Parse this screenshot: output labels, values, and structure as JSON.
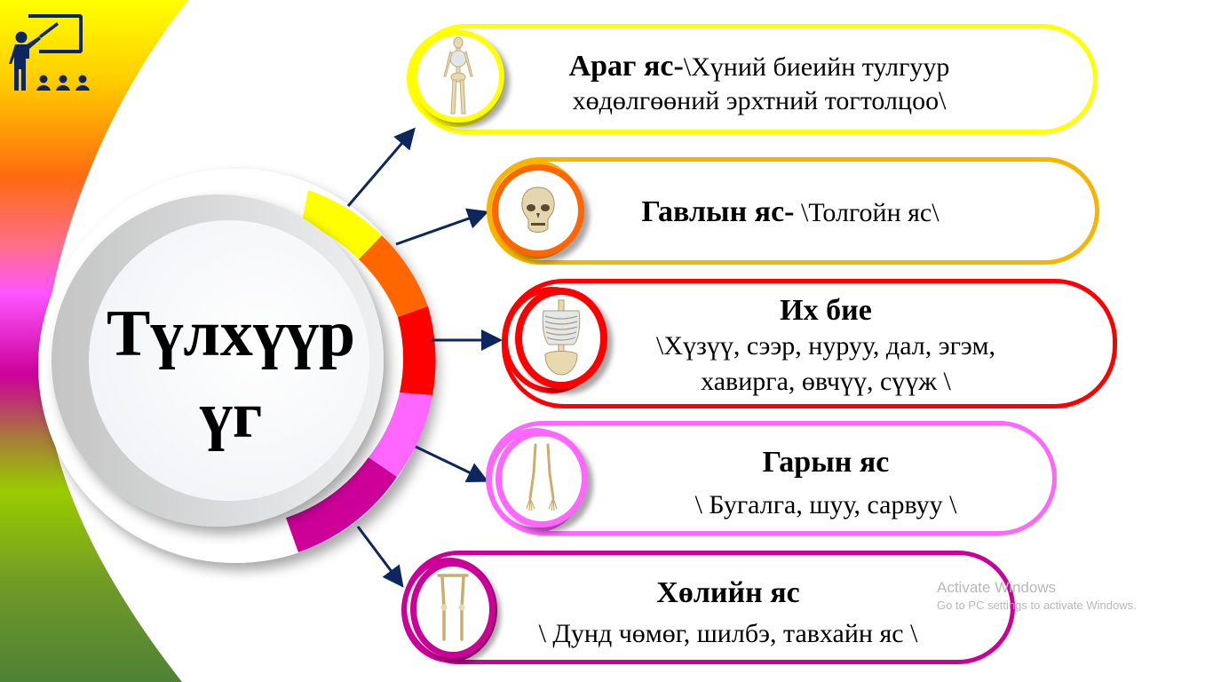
{
  "slide": {
    "center_title_line1": "Түлхүүр",
    "center_title_line2": "үг",
    "accent_colors": {
      "navy": "#0d2660",
      "yellow": "#ffff00",
      "amber": "#f7b500",
      "orange": "#ff6600",
      "red": "#ff0000",
      "pink": "#ff66ff",
      "magenta": "#cc0099",
      "green": "#99cc00",
      "dark_green": "#4f8136"
    },
    "ring_segments": [
      {
        "name": "yellow",
        "color": "#ffff00"
      },
      {
        "name": "orange",
        "color": "#ff6600"
      },
      {
        "name": "red",
        "color": "#ff0000"
      },
      {
        "name": "pink",
        "color": "#ff66ff"
      },
      {
        "name": "magenta",
        "color": "#cc0099"
      }
    ],
    "items": [
      {
        "title": "Араг яс-",
        "desc_line1": "\\Хүний биеийн тулгуур",
        "desc_line2": "хөдөлгөөний эрхтний тогтолцоо\\",
        "icon": "full-skeleton-icon",
        "border_color": "#ffff00",
        "circle_color": "#ffff00"
      },
      {
        "title": "Гавлын яс-",
        "desc_line1": " \\Толгойн яс\\",
        "icon": "skull-icon",
        "border_color": "#f7b500",
        "circle_color": "#ff6600"
      },
      {
        "title": "Их бие",
        "desc_line1": "\\Хүзүү, сээр, нуруу, дал, эгэм,",
        "desc_line2": "хавирга,  өвчүү, сүүж \\",
        "icon": "torso-skeleton-icon",
        "border_color": "#ff0000",
        "circle_color": "#ff0000"
      },
      {
        "title": "Гарын яс",
        "desc_line1": "\\ Бугалга, шуу, сарвуу \\",
        "icon": "arm-bones-icon",
        "border_color": "#ff66ff",
        "circle_color": "#ff66ff"
      },
      {
        "title": "Хөлийн яс",
        "desc_line1": "\\ Дунд чөмөг, шилбэ, тавхайн яс \\",
        "icon": "leg-bones-icon",
        "border_color": "#cc0099",
        "circle_color": "#cc0099"
      }
    ]
  },
  "watermark": {
    "line1": "Activate Windows",
    "line2": "Go to PC settings to activate Windows."
  }
}
